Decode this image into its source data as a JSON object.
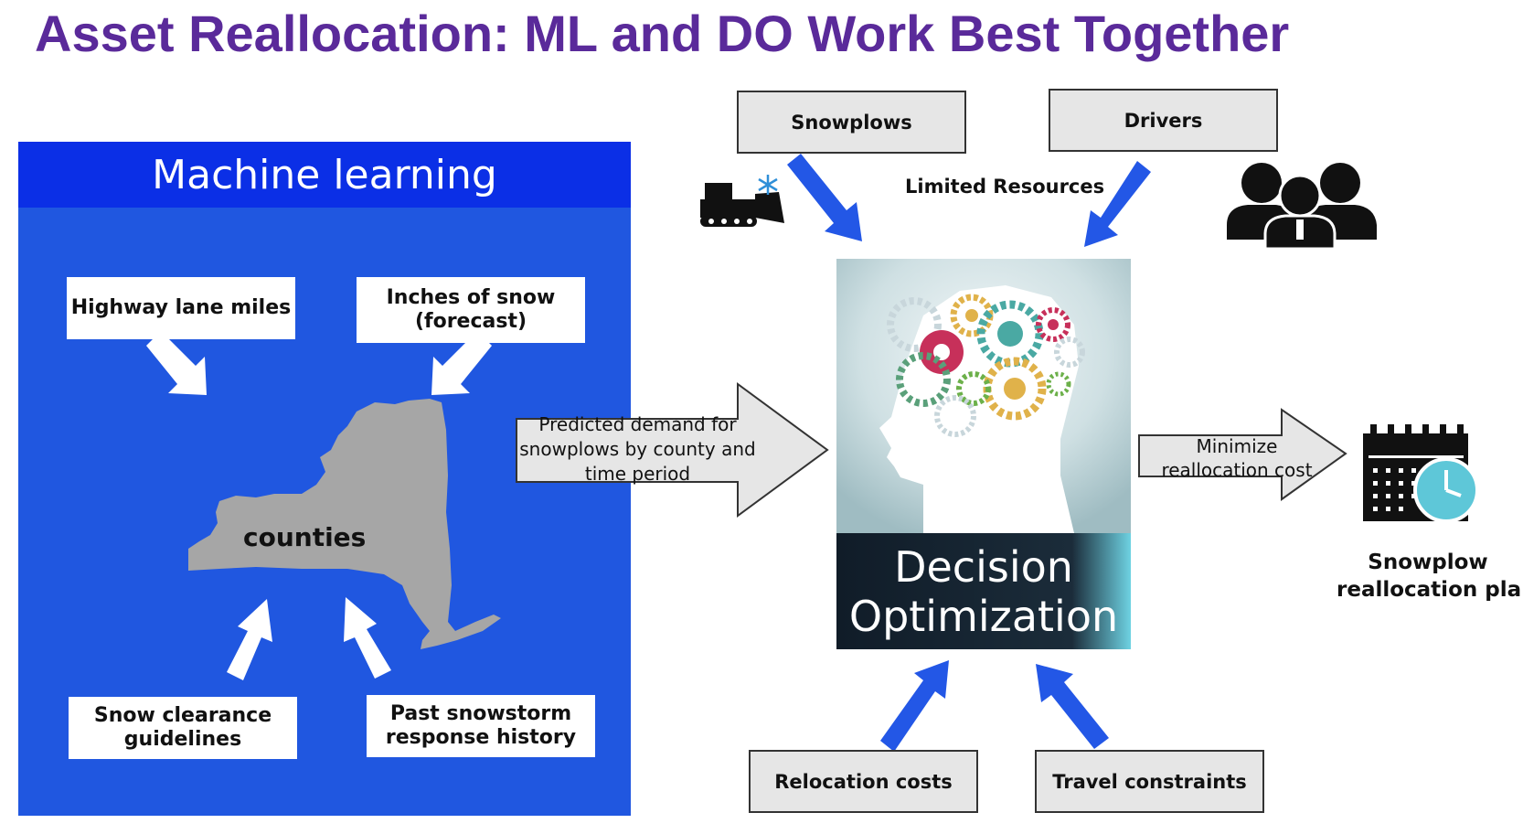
{
  "title": "Asset Reallocation: ML and DO Work Best Together",
  "ml": {
    "header": "Machine learning",
    "inputs": {
      "highway": "Highway lane miles",
      "snow_line1": "Inches of snow",
      "snow_line2": "(forecast)",
      "guidelines_line1": "Snow clearance",
      "guidelines_line2": "guidelines",
      "history_line1": "Past snowstorm",
      "history_line2": "response history"
    },
    "map_label": "counties"
  },
  "prediction": {
    "line1": "Predicted demand for",
    "line2": "snowplows by county and",
    "line3": "time period"
  },
  "resources": {
    "snowplows": "Snowplows",
    "drivers": "Drivers",
    "label": "Limited Resources"
  },
  "do": {
    "line1": "Decision",
    "line2": "Optimization"
  },
  "constraints": {
    "relocation": "Relocation costs",
    "travel": "Travel constraints"
  },
  "output": {
    "arrow_line1": "Minimize",
    "arrow_line2": "reallocation cost",
    "plan_line1": "Snowplow",
    "plan_line2": "reallocation plan"
  },
  "colors": {
    "title": "#5a2a9a",
    "ml_panel": "#2057e0",
    "ml_header": "#0b2fe6",
    "blue_arrow": "#2357e6",
    "do_dark": "#152230",
    "teal": "#5ec7d8"
  },
  "icons": [
    "snowplow-icon",
    "snowflake-icon",
    "people-icon",
    "brain-gears-icon",
    "calendar-clock-icon"
  ]
}
